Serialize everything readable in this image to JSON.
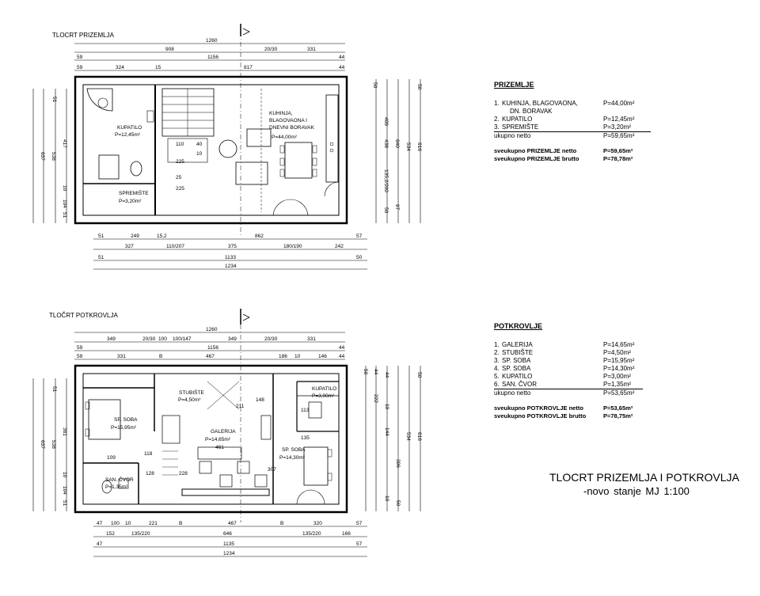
{
  "ground": {
    "heading": "TLOCRT PRIZEMLJA",
    "dims_top": {
      "r1": [
        "1260"
      ],
      "r2": [
        "908",
        "20/30",
        "331"
      ],
      "r3": [
        "59",
        "1156",
        "44"
      ],
      "r4": [
        "59",
        "324",
        "15",
        "817",
        "44"
      ]
    },
    "dims_bottom": {
      "r1": [
        "51",
        "249",
        "15,2",
        "862",
        "57"
      ],
      "r2": [
        "327",
        "110/207",
        "375",
        "180/190",
        "242"
      ],
      "r3": [
        "51",
        "1133",
        "50"
      ],
      "r4": [
        "1234"
      ]
    },
    "dims_left": [
      "51",
      "417",
      "637",
      "538",
      "10",
      "104",
      "51"
    ],
    "dims_right": [
      "50",
      "409",
      "438",
      "640",
      "50",
      "135,2/200",
      "50",
      "97",
      "534",
      "616"
    ],
    "rooms": {
      "kupatilo": "KUPATILO",
      "kupatilo_p": "P=12,45m²",
      "spremiste": "SPREMIŠTE",
      "spremiste_p": "P=3,20m²",
      "kuhinja_1": "KUHINJA,",
      "kuhinja_2": "BLAGOVAONA I",
      "kuhinja_3": "DNEVNI BORAVAK",
      "kuhinja_p": "P=44,00m²",
      "stair": [
        "110",
        "225",
        "25",
        "225",
        "40",
        "10"
      ]
    },
    "panel": {
      "title": "PRIZEMLJE",
      "items": [
        {
          "n": "1.",
          "name": "KUHINJA, BLAGOVAONA,",
          "area": "P=44,00m²"
        },
        {
          "n": "",
          "name": "DN. BORAVAK",
          "area": ""
        },
        {
          "n": "2.",
          "name": "KUPATILO",
          "area": "P=12,45m²"
        },
        {
          "n": "3.",
          "name": "SPREMIŠTE",
          "area": "P=3,20m²"
        },
        {
          "n": "",
          "name": "ukupno netto",
          "area": "P=59,65m²"
        }
      ],
      "total_netto": {
        "label": "sveukupno PRIZEMLJE netto",
        "value": "P=59,65m²"
      },
      "total_brutto": {
        "label": "sveukupno PRIZEMLJE brutto",
        "value": "P=78,78m²"
      }
    }
  },
  "upper": {
    "heading": "TLOČRT POTKROVLJA",
    "dims_top": {
      "r1": [
        "1260"
      ],
      "r2": [
        "349",
        "20/30",
        "100",
        "100/147",
        "349",
        "20/30",
        "331"
      ],
      "r3": [
        "59",
        "1156",
        "44"
      ],
      "r4": [
        "59",
        "331",
        "B",
        "467",
        "186",
        "10",
        "146",
        "44"
      ]
    },
    "dims_bottom": {
      "r1": [
        "47",
        "100",
        "10",
        "221",
        "B",
        "467",
        "B",
        "320",
        "57"
      ],
      "r2": [
        "152",
        "135/220",
        "646",
        "135/220",
        "166"
      ],
      "r3": [
        "47",
        "1135",
        "57"
      ],
      "r4": [
        "1234"
      ]
    },
    "dims_left": [
      "51",
      "381",
      "637",
      "538",
      "10",
      "104",
      "51"
    ],
    "dims_right": [
      "50",
      "44",
      "222",
      "44",
      "10",
      "144",
      "306",
      "534",
      "616",
      "50",
      "10",
      "50"
    ],
    "rooms": {
      "soba1": "SP. SOBA",
      "soba1_p": "P=15,95m²",
      "stubiste": "STUBIŠTE",
      "stubiste_p": "P=4,50m²",
      "galerija": "GALERIJA",
      "galerija_p": "P=14,65m²",
      "galerija_n": "461",
      "soba2": "SP. SOBA",
      "soba2_p": "P=14,30m²",
      "kupatilo": "KUPATILO",
      "kupatilo_p": "P=3,00m²",
      "cvor": "SAN. ČVOR",
      "cvor_p": "P=1,35m²",
      "marks": [
        "109",
        "118",
        "128",
        "135",
        "211",
        "148",
        "307",
        "228",
        "113"
      ]
    },
    "panel": {
      "title": "POTKROVLJE",
      "items": [
        {
          "n": "1.",
          "name": "GALERIJA",
          "area": "P=14,65m²"
        },
        {
          "n": "2.",
          "name": "STUBIŠTE",
          "area": "P=4,50m²"
        },
        {
          "n": "3.",
          "name": "SP. SOBA",
          "area": "P=15,95m²"
        },
        {
          "n": "4.",
          "name": "SP. SOBA",
          "area": "P=14,30m²"
        },
        {
          "n": "5.",
          "name": "KUPATILO",
          "area": "P=3,00m²"
        },
        {
          "n": "6.",
          "name": "SAN. ČVOR",
          "area": "P=1,35m²"
        },
        {
          "n": "",
          "name": "ukupno netto",
          "area": "P=53,65m²"
        }
      ],
      "total_netto": {
        "label": "sveukupno POTKROVLJE netto",
        "value": "P=53,65m²"
      },
      "total_brutto": {
        "label": "sveukupno POTKROVLJE brutto",
        "value": "P=78,75m²"
      }
    }
  },
  "drawing_title": "TLOCRT PRIZEMLJA I POTKROVLJA",
  "drawing_subtitle": "-novo stanje     MJ 1:100"
}
